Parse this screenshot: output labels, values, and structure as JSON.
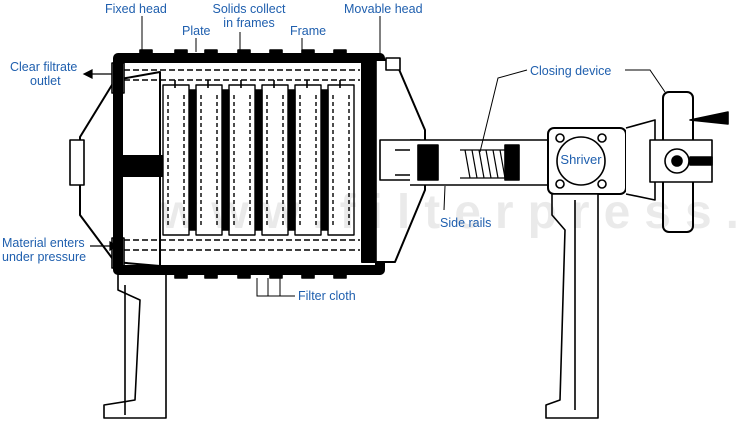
{
  "labels": {
    "fixed_head": "Fixed head",
    "plate": "Plate",
    "solids_line1": "Solids collect",
    "solids_line2": "in frames",
    "frame": "Frame",
    "movable_head": "Movable head",
    "clear_line1": "Clear filtrate",
    "clear_line2": "outlet",
    "closing_device": "Closing device",
    "shriver": "Shriver",
    "side_rails": "Side rails",
    "material_line1": "Material enters",
    "material_line2": "under pressure",
    "filter_cloth": "Filter cloth"
  },
  "watermark": "www.filterpress.com",
  "colors": {
    "label": "#1f5fae",
    "ink": "#000000",
    "background": "#ffffff"
  }
}
